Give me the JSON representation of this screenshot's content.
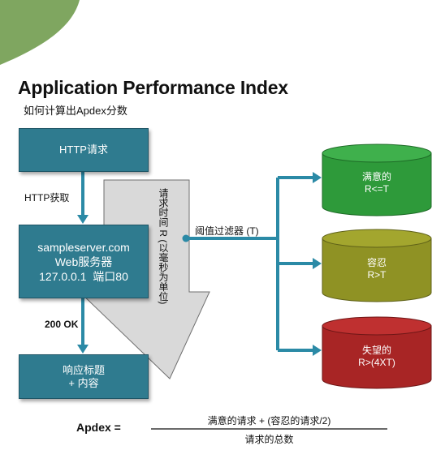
{
  "title": "Application Performance Index",
  "subtitle": "如何计算出Apdex分数",
  "boxes": {
    "http_request": "HTTP请求",
    "server_line1": "sampleserver.com",
    "server_line2": "Web服务器",
    "server_line3": "127.0.0.1  端口80",
    "response_line1": "响应标题",
    "response_line2": "+ 内容"
  },
  "labels": {
    "http_fetch": "HTTP获取",
    "status_ok": "200 OK",
    "response_time_vertical": "请求时间 R (以毫秒为单位)",
    "threshold_filter": "阈值过滤器 (T)"
  },
  "buckets": [
    {
      "name": "满意的",
      "condition": "R<=T",
      "color": "#2e9a3a"
    },
    {
      "name": "容忍",
      "condition": "R>T",
      "color": "#8f9224"
    },
    {
      "name": "失望的",
      "condition": "R>(4XT)",
      "color": "#a82525"
    }
  ],
  "formula": {
    "label": "Apdex =",
    "numerator": "满意的请求 + (容忍的请求/2)",
    "denominator": "请求的总数"
  },
  "colors": {
    "box_fill": "#2f7b8f",
    "connector": "#2b8aa6",
    "big_arrow": "#d9d9d9",
    "corner_leaf": "#7fa660"
  }
}
